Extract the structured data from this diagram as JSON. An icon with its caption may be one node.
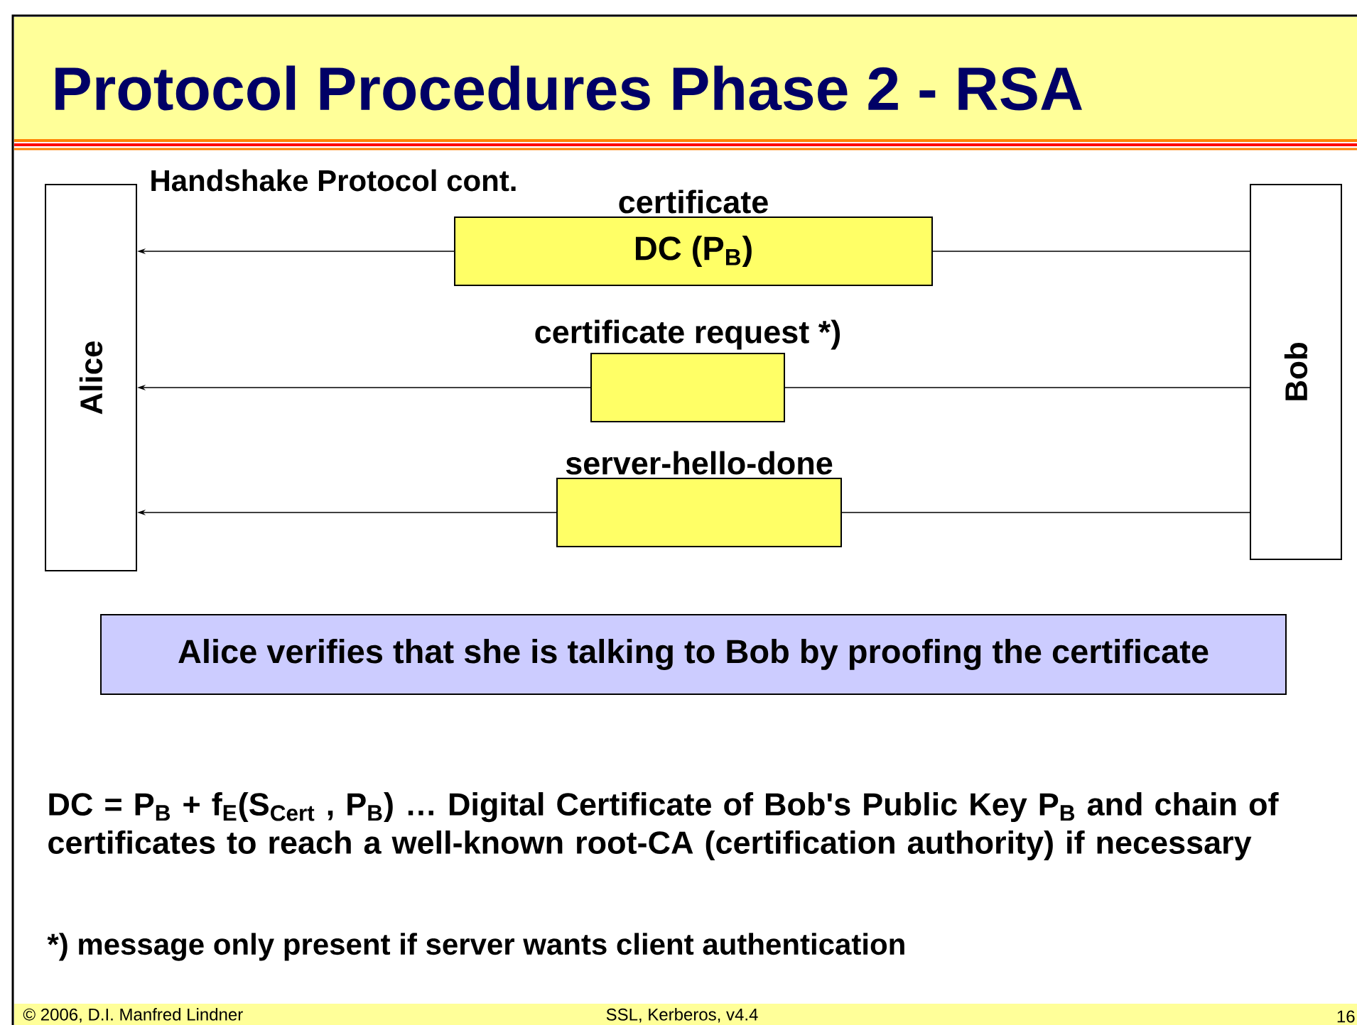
{
  "diagram": {
    "title": "Protocol Procedures Phase 2 - RSA",
    "nodes": [
      {
        "text": [
          "Alice"
        ]
      },
      {
        "text": [
          "Bob"
        ]
      },
      {
        "text": [
          "DC (P$_{B}$)"
        ],
        "beside": [
          "certificate"
        ]
      },
      {
        "text": [],
        "shape": "box",
        "beside": [
          "certificate request *)"
        ]
      },
      {
        "text": [],
        "shape": "box",
        "beside": [
          "server-hello-done"
        ]
      },
      {
        "text": [
          "Alice verifies that she is talking to Bob by proofing the certificate"
        ]
      }
    ],
    "edges": [
      {
        "from": 1,
        "to": 2,
        "arrow": "none"
      },
      {
        "from": 2,
        "to": 0,
        "arrow": "to"
      },
      {
        "from": 1,
        "to": 3,
        "arrow": "none"
      },
      {
        "from": 3,
        "to": 0,
        "arrow": "to"
      },
      {
        "from": 1,
        "to": 4,
        "arrow": "none"
      },
      {
        "from": 4,
        "to": 0,
        "arrow": "to"
      }
    ],
    "labels": [
      "Handshake Protocol cont.",
      "DC = P$_{B}$ + f$_{E}$(S$_{Cert}$ , P$_{B}$) … Digital Certificate of Bob's Public Key P$_{B}$ and chain of certificates to reach a well-known root-CA (certification authority) if necessary",
      "*) message only present if server wants client authentication",
      "© 2006, D.I. Manfred Lindner",
      "SSL, Kerberos, v4.4",
      "16"
    ]
  }
}
